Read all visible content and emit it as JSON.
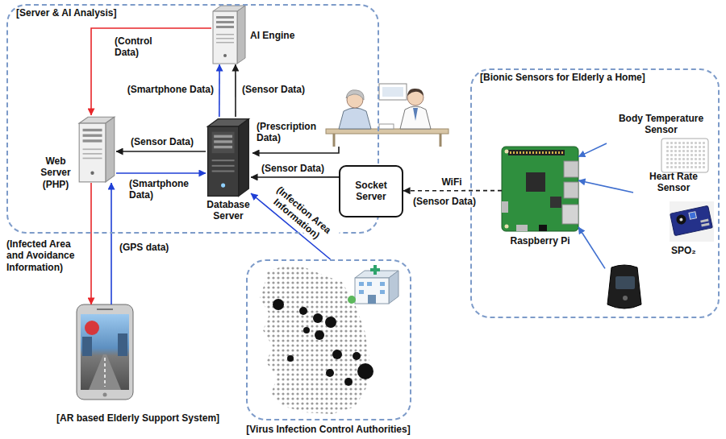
{
  "diagram": {
    "nodes": [
      {
        "text": [
          "[Server & AI Analysis]"
        ]
      },
      {
        "text": [
          "AI Engine"
        ],
        "in": 0
      },
      {
        "text": [
          "Web Server (PHP)"
        ],
        "in": 0
      },
      {
        "text": [
          "Database Server"
        ],
        "in": 0
      },
      {
        "text": [
          "Socket Server"
        ]
      },
      {
        "text": [
          "[Bionic Sensors for Elderly a Home]"
        ]
      },
      {
        "text": [
          "Body Temperature Sensor"
        ],
        "in": 5
      },
      {
        "text": [
          "Heart Rate Sensor"
        ],
        "in": 5
      },
      {
        "text": [
          "SPO₂"
        ],
        "in": 5
      },
      {
        "text": [
          "Raspberry Pi"
        ],
        "in": 5
      },
      {
        "text": [
          "[AR based Elderly Support System]"
        ]
      },
      {
        "text": [
          "[Virus Infection Control Authorities]"
        ]
      }
    ],
    "edges": [
      {
        "from": 1,
        "to": 2,
        "arrow": "to",
        "label": "(Control Data)"
      },
      {
        "from": 3,
        "to": 1,
        "arrow": "to",
        "label": "(Smartphone Data)"
      },
      {
        "from": 3,
        "to": 1,
        "arrow": "to",
        "label": "(Sensor Data)"
      },
      {
        "from": 3,
        "to": 2,
        "arrow": "to",
        "label": "(Sensor Data)"
      },
      {
        "from": 2,
        "to": 3,
        "arrow": "to",
        "label": "(Smartphone Data)"
      },
      {
        "from": 4,
        "to": 3,
        "arrow": "to",
        "label": "(Sensor Data)"
      },
      {
        "from": 9,
        "to": 4,
        "arrow": "to",
        "label": "WiFi"
      },
      {
        "from": 2,
        "to": 10,
        "arrow": "to",
        "label": "(Infected Area and Avoidance Information)"
      },
      {
        "from": 10,
        "to": 2,
        "arrow": "to",
        "label": "(GPS data)"
      },
      {
        "from": 11,
        "to": 3,
        "arrow": "to",
        "label": "(Infection Area Information)"
      },
      {
        "from": 6,
        "to": 9,
        "arrow": "to"
      },
      {
        "from": 7,
        "to": 9,
        "arrow": "to"
      },
      {
        "from": 8,
        "to": 9,
        "arrow": "to"
      }
    ],
    "labels": [
      "(Prescription Data)",
      "(Sensor Data)"
    ]
  }
}
